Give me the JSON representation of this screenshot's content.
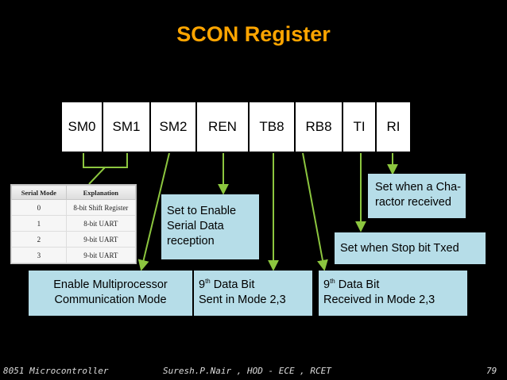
{
  "title": "SCON Register",
  "bits": [
    "SM0",
    "SM1",
    "SM2",
    "REN",
    "TB8",
    "RB8",
    "TI",
    "RI"
  ],
  "mode_table": {
    "headers": [
      "Serial Mode",
      "Explanation"
    ],
    "rows": [
      {
        "mode": "0",
        "explanation": "8-bit Shift Register"
      },
      {
        "mode": "1",
        "explanation": "8-bit UART"
      },
      {
        "mode": "2",
        "explanation": "9-bit UART"
      },
      {
        "mode": "3",
        "explanation": "9-bit UART"
      }
    ]
  },
  "boxes": {
    "ri": [
      "Set when a Cha-",
      "ractor received"
    ],
    "ren": [
      "Set to Enable",
      "Serial Data",
      "reception"
    ],
    "ti": [
      "Set when Stop bit Txed"
    ],
    "sm2": [
      "Enable Multiprocessor",
      "Communication Mode"
    ],
    "tb8": {
      "prefix": "9",
      "sup": "th",
      "rest": " Data Bit",
      "line2": "Sent in Mode 2,3"
    },
    "rb8": {
      "prefix": "9",
      "sup": "th",
      "rest": " Data Bit",
      "line2": "Received in Mode 2,3"
    }
  },
  "footer": {
    "left": "8051 Microcontroller",
    "center": "Suresh.P.Nair , HOD - ECE , RCET",
    "page": "79"
  },
  "colors": {
    "title": "#ffa500",
    "box_fill": "#b6dde8",
    "arrow": "#8cc63f",
    "background": "#000000"
  }
}
